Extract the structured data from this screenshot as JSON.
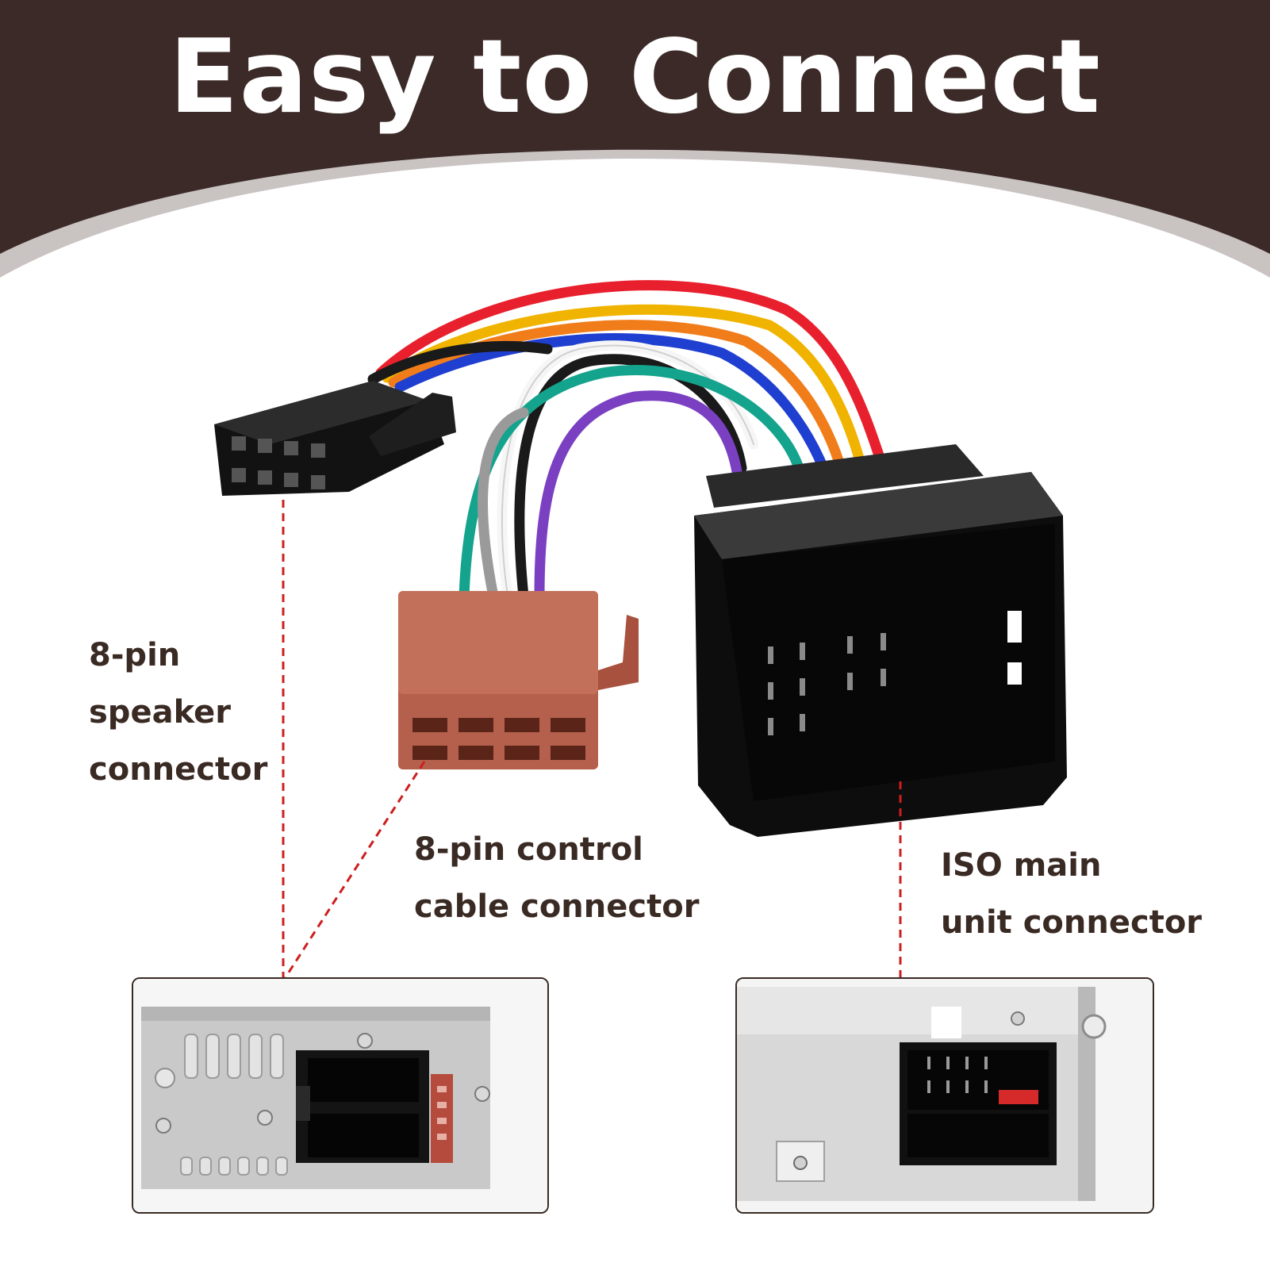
{
  "headline": "Easy to Connect",
  "labels": {
    "speaker": [
      "8-pin",
      "speaker",
      "connector"
    ],
    "control": [
      "8-pin control",
      "cable connector"
    ],
    "iso": [
      "ISO main",
      "unit connector"
    ]
  },
  "colors": {
    "banner": "#3b2a27",
    "banner_shadow": "#c9c3c2",
    "text": "#3a2a24",
    "leader_line": "#cc1f1f",
    "speaker_connector": "#1a1a1a",
    "control_connector": "#b4604c",
    "iso_connector": "#1a1a1a"
  },
  "wires": [
    "#e8202e",
    "#f0b400",
    "#f07d1a",
    "#1f3fd0",
    "#1a1a1a",
    "#ffffff",
    "#14a38c",
    "#7b3fc2",
    "#9a9a9a"
  ]
}
